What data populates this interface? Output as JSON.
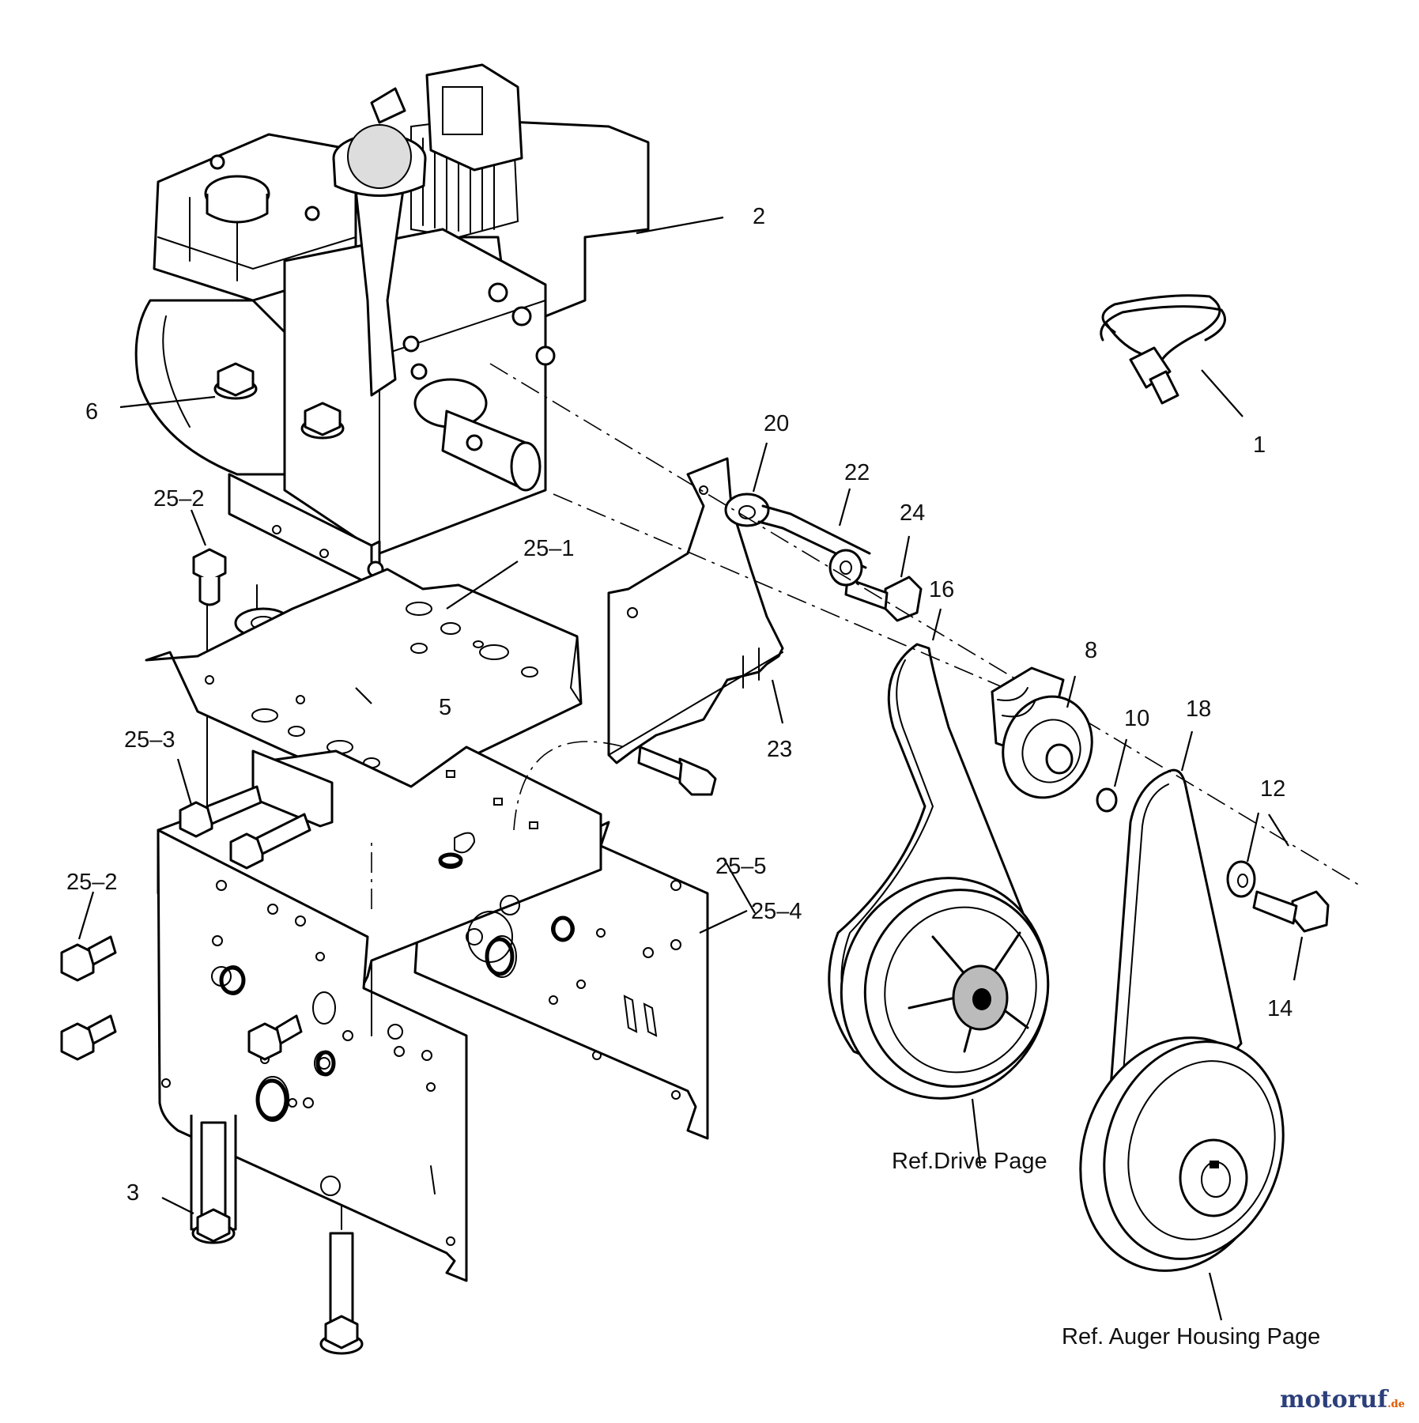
{
  "callouts": {
    "c1": "1",
    "c2": "2",
    "c3": "3",
    "c5": "5",
    "c6": "6",
    "c8": "8",
    "c10": "10",
    "c12": "12",
    "c14": "14",
    "c16": "16",
    "c18": "18",
    "c20": "20",
    "c22": "22",
    "c23": "23",
    "c24": "24",
    "c25_1": "25–1",
    "c25_2a": "25–2",
    "c25_2b": "25–2",
    "c25_3": "25–3",
    "c25_4": "25–4",
    "c25_5": "25–5"
  },
  "references": {
    "drive": "Ref.Drive Page",
    "auger": "Ref. Auger Housing Page"
  },
  "watermark": {
    "brand": "motoruf",
    "suffix": ".de"
  }
}
